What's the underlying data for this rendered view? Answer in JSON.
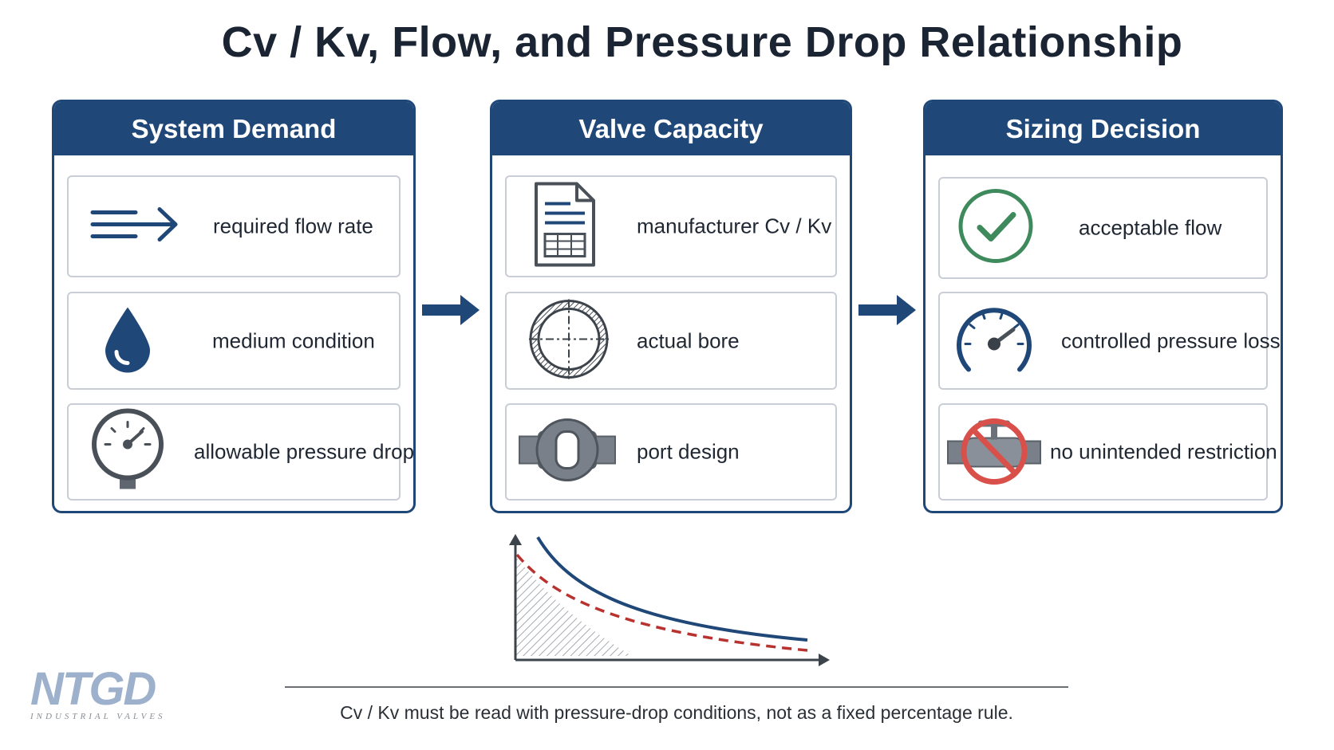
{
  "title": "Cv / Kv, Flow, and Pressure Drop Relationship",
  "panels": [
    {
      "title": "System Demand",
      "items": [
        {
          "label": "required flow rate",
          "icon": "flow-arrow-icon"
        },
        {
          "label": "medium condition",
          "icon": "water-drop-icon"
        },
        {
          "label": "allowable pressure drop",
          "icon": "pressure-gauge-icon"
        }
      ]
    },
    {
      "title": "Valve Capacity",
      "items": [
        {
          "label": "manufacturer Cv / Kv",
          "icon": "datasheet-document-icon"
        },
        {
          "label": "actual bore",
          "icon": "bore-crosshair-icon"
        },
        {
          "label": "port design",
          "icon": "valve-port-icon"
        }
      ]
    },
    {
      "title": "Sizing Decision",
      "items": [
        {
          "label": "acceptable flow",
          "icon": "check-circle-icon"
        },
        {
          "label": "controlled pressure loss",
          "icon": "speedometer-icon"
        },
        {
          "label": "no unintended restriction",
          "icon": "no-valve-restriction-icon"
        }
      ]
    }
  ],
  "caption": "Cv / Kv must be read with pressure-drop conditions, not as a fixed percentage rule.",
  "logo": {
    "mark": "NTGD",
    "sub": "INDUSTRIAL VALVES"
  },
  "colors": {
    "primary": "#1f4778",
    "curve": "#1f4778",
    "dashed": "#b8322f",
    "check": "#3e8a5c",
    "prohibit": "#d9504a",
    "icon_gray": "#5f6670"
  }
}
